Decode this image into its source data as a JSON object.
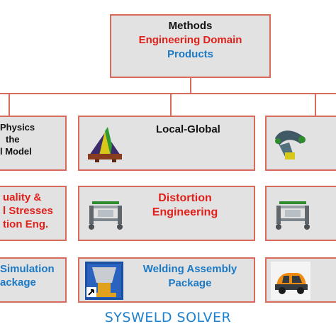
{
  "top": {
    "methods": "Methods",
    "domain": "Engineering Domain",
    "products": "Products"
  },
  "left_col": {
    "physics_1": "Physics",
    "physics_2": "the",
    "physics_3": "l Model",
    "quality_1": "uality &",
    "quality_2": "l Stresses",
    "quality_3": "tion Eng.",
    "sim_1": "Simulation",
    "sim_2": "ackage"
  },
  "center_col": {
    "local_global": "Local-Global",
    "distortion_1": "Distortion",
    "distortion_2": "Engineering",
    "welding_1": "Welding Assembly",
    "welding_2": "Package"
  },
  "footer": {
    "solver": "SYSWELD SOLVER"
  },
  "colors": {
    "border": "#d76a5a",
    "box_fill": "#e2e2e2",
    "methods": "#111111",
    "domain": "#e0201b",
    "products": "#1c79c4"
  }
}
